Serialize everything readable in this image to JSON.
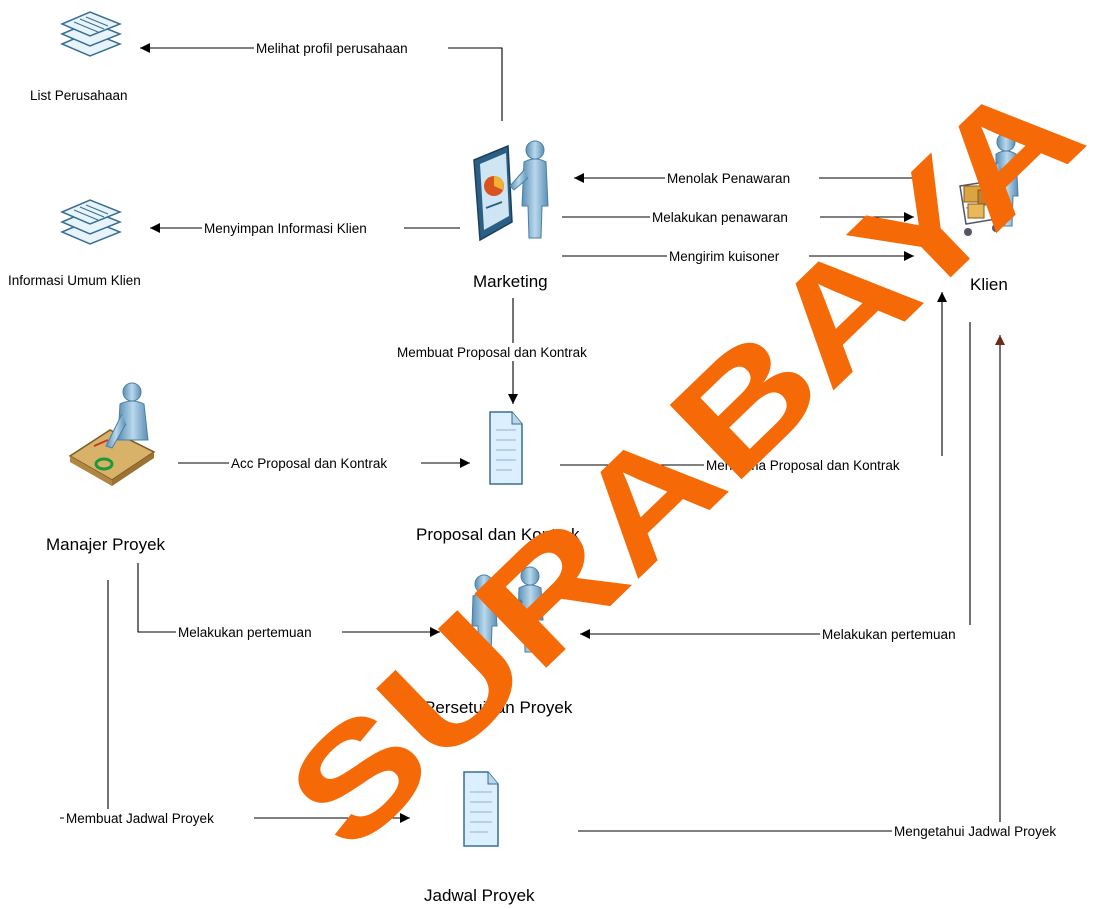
{
  "nodes": {
    "list_perusahaan": "List Perusahaan",
    "informasi_umum_klien": "Informasi Umum Klien",
    "marketing": "Marketing",
    "klien": "Klien",
    "manajer_proyek": "Manajer Proyek",
    "proposal_dan_kontrak": "Proposal dan Kontrak",
    "persetujuan_proyek": "Persetujuan Proyek",
    "jadwal_proyek": "Jadwal Proyek"
  },
  "edges": {
    "melihat_profil": "Melihat profil perusahaan",
    "menyimpan_info": "Menyimpan Informasi Klien",
    "menolak_penawaran": "Menolak Penawaran",
    "melakukan_penawaran": "Melakukan penawaran",
    "mengirim_kuisoner": "Mengirim kuisoner",
    "membuat_proposal": "Membuat Proposal dan Kontrak",
    "acc_proposal": "Acc Proposal dan Kontrak",
    "menerima_proposal": "Menerima Proposal dan Kontrak",
    "pertemuan_manajer": "Melakukan pertemuan",
    "pertemuan_klien": "Melakukan pertemuan",
    "membuat_jadwal": "Membuat Jadwal Proyek",
    "mengetahui_jadwal": "Mengetahui Jadwal Proyek"
  },
  "watermark": "SURABAYA",
  "colors": {
    "watermark": "#f56a06",
    "figure": "#8fb9d6",
    "figure_dark": "#4a7fa6",
    "document": "#d6ecf8"
  }
}
